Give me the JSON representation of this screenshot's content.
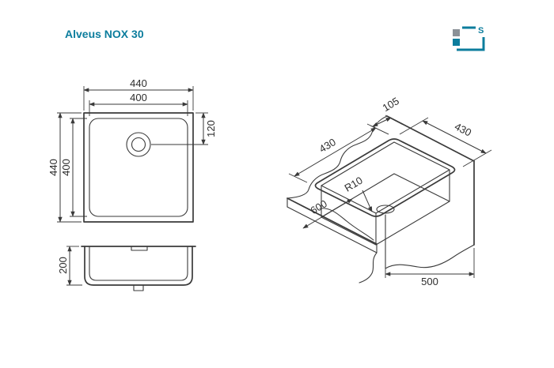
{
  "title": "Alveus NOX 30",
  "brand": {
    "letter": "S"
  },
  "colors": {
    "accent": "#0c7d9d",
    "line": "#3a3a3a"
  },
  "views": {
    "plan": {
      "dims": {
        "outer_width": "440",
        "inner_width": "400",
        "outer_height": "440",
        "inner_height": "400",
        "drain_offset": "120"
      }
    },
    "front": {
      "dims": {
        "depth": "200"
      }
    },
    "iso": {
      "dims": {
        "back_clearance": "105",
        "cutout_width": "430",
        "cutout_depth": "430",
        "corner_radius": "R10",
        "worktop_depth": "600",
        "cabinet_width": "500"
      }
    }
  }
}
